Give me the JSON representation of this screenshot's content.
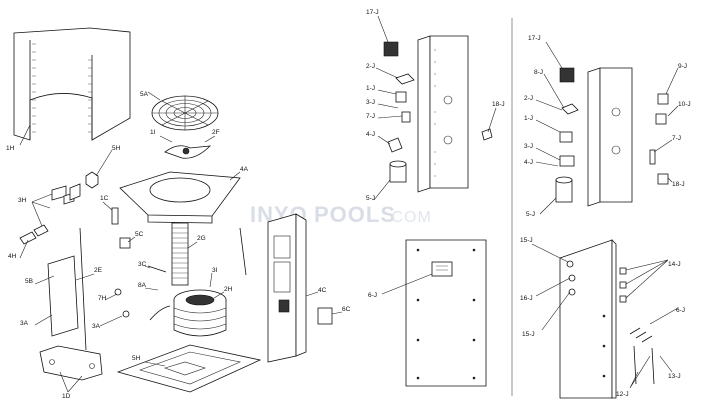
{
  "watermark": {
    "brand": "INYO",
    "site": "POOLS",
    "suffix": ".COM"
  },
  "colors": {
    "ink": "#111111",
    "watermark": "#d9dee6",
    "divider": "#777777"
  },
  "left_labels": {
    "cabinet": "1H",
    "fan": "5A",
    "fan_motor": "1I",
    "motor_bracket": "2F",
    "valve": "5H",
    "top_panel": "4A",
    "fittings": "3H",
    "probe": "1C",
    "union": "4H",
    "sensor": "5C",
    "relief": "5B",
    "insulation": "2E",
    "heater_panel": "3A",
    "access_panel": "2G",
    "thermostat": "7H",
    "capillary": "3C",
    "gauge": "3I",
    "coil": "2H",
    "compressor": "3A",
    "control_box": "4C",
    "control_panel": "4C",
    "base_panel": "1D",
    "tube": "8A",
    "switch": "6C",
    "wire": "5H"
  },
  "middle_top_labels": [
    "17-J",
    "2-J",
    "1-J",
    "3-J",
    "7-J",
    "4-J",
    "5-J",
    "18-J"
  ],
  "middle_bottom_labels": [
    "6-J"
  ],
  "right_top_labels": [
    "17-J",
    "8-J",
    "2-J",
    "1-J",
    "3-J",
    "4-J",
    "5-J",
    "9-J",
    "10-J",
    "7-J",
    "18-J"
  ],
  "right_bottom_labels": [
    "15-J",
    "16-J",
    "15-J",
    "14-J",
    "6-J",
    "12-J",
    "13-J"
  ]
}
